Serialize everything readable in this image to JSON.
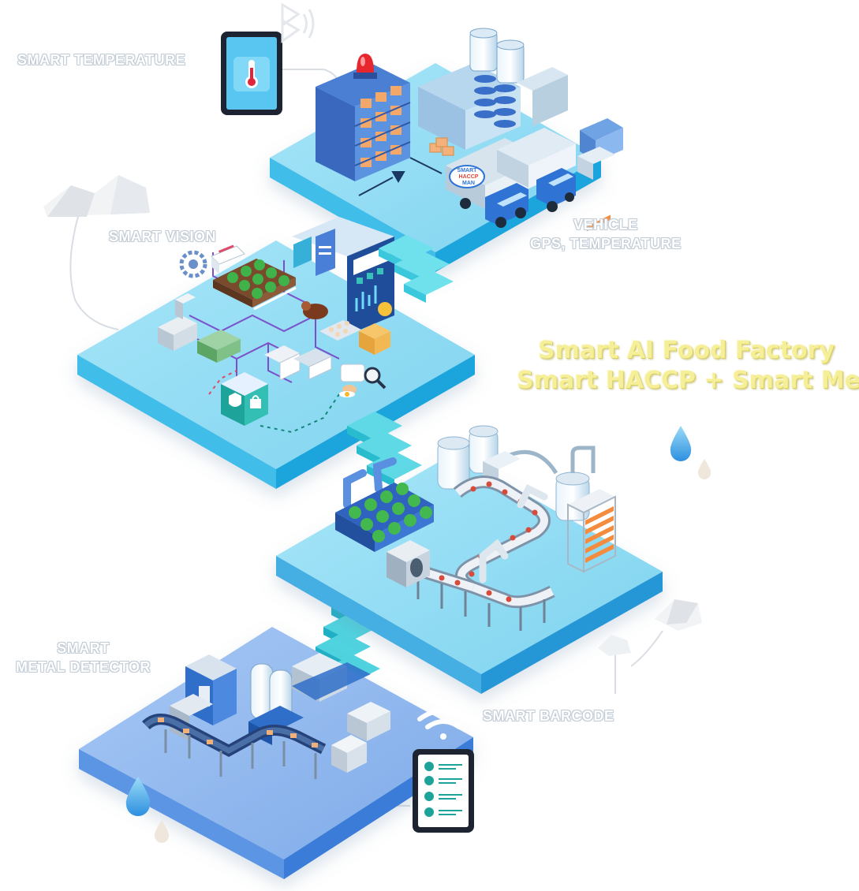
{
  "labels": {
    "smart_temperature": "SMART TEMPERATURE",
    "smart_vision": "SMART VISION",
    "vehicle_line1": "VEHICLE",
    "vehicle_line2": "GPS, TEMPERATURE",
    "metal_line1": "SMART",
    "metal_line2": "METAL DETECTOR",
    "smart_barcode": "SMART BARCODE"
  },
  "title": {
    "line1": "Smart AI Food Factory",
    "line2": "Smart HACCP + Smart Mes"
  },
  "truck_logo": {
    "line1": "SMART",
    "line2": "HACCP",
    "line3": "MAN"
  },
  "colors": {
    "platform_top": "#8fdcf4",
    "platform_side": "#2bb4e6",
    "platform_bottom_top": "#8db8ee",
    "platform_bottom_side": "#3f83dd",
    "stair": "#4ed6e6",
    "title_text": "#f6ef9a",
    "label_text": "#ffffff"
  },
  "icons": [
    "thermometer-tablet-icon",
    "bluetooth-icon",
    "alarm-light-icon",
    "delivery-truck-icon",
    "cloud-icon",
    "shield-lock-icon",
    "dashboard-icon",
    "wifi-icon",
    "barcode-tablet-icon",
    "water-drop-icon"
  ]
}
